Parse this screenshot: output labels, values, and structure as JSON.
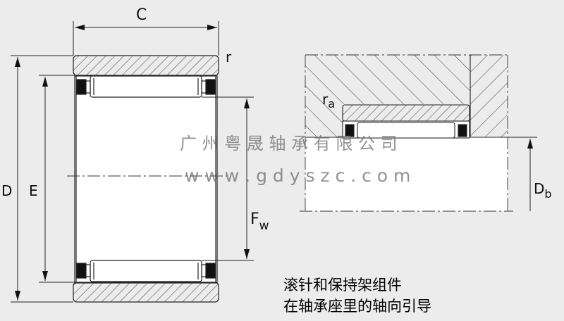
{
  "labels": {
    "C": "C",
    "r": "r",
    "D": "D",
    "E": "E",
    "Fw_main": "F",
    "Fw_sub": "w",
    "ra_main": "r",
    "ra_sub": "a",
    "Db_main": "D",
    "Db_sub": "b"
  },
  "watermark": {
    "company": "广 州 粤 晟 轴 承 有 限 公 司",
    "url": "w w w . g d y s z c . c o m"
  },
  "caption": {
    "line1": "滚针和保持架组件",
    "line2": "在轴承座里的轴向引导"
  },
  "colors": {
    "background": "#ececec",
    "cage": "#111111",
    "line": "#222222"
  }
}
